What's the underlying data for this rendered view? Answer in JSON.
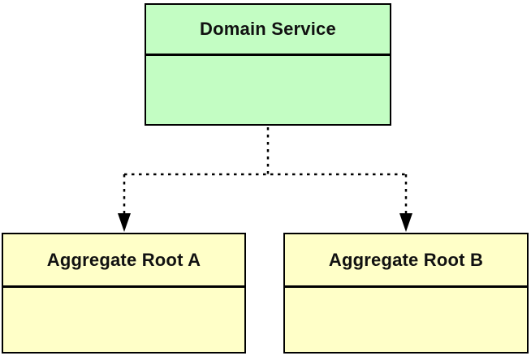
{
  "diagram": {
    "type": "uml-class-dependency-diagram",
    "nodes": {
      "domain_service": {
        "label": "Domain Service",
        "fill": "#c3fdc3",
        "compartments": 2,
        "body_text": ""
      },
      "aggregate_root_a": {
        "label": "Aggregate Root A",
        "fill": "#ffffc8",
        "compartments": 2,
        "body_text": ""
      },
      "aggregate_root_b": {
        "label": "Aggregate Root B",
        "fill": "#ffffc8",
        "compartments": 2,
        "body_text": ""
      }
    },
    "edges": [
      {
        "from": "Domain Service",
        "to": "Aggregate Root A",
        "line_style": "dotted",
        "arrowhead": "filled-triangle",
        "direction": "down"
      },
      {
        "from": "Domain Service",
        "to": "Aggregate Root B",
        "line_style": "dotted",
        "arrowhead": "filled-triangle",
        "direction": "down"
      }
    ],
    "colors": {
      "line": "#000000",
      "text": "#111111",
      "background": "#ffffff",
      "service_fill": "#c3fdc3",
      "aggregate_fill": "#ffffc8"
    }
  }
}
